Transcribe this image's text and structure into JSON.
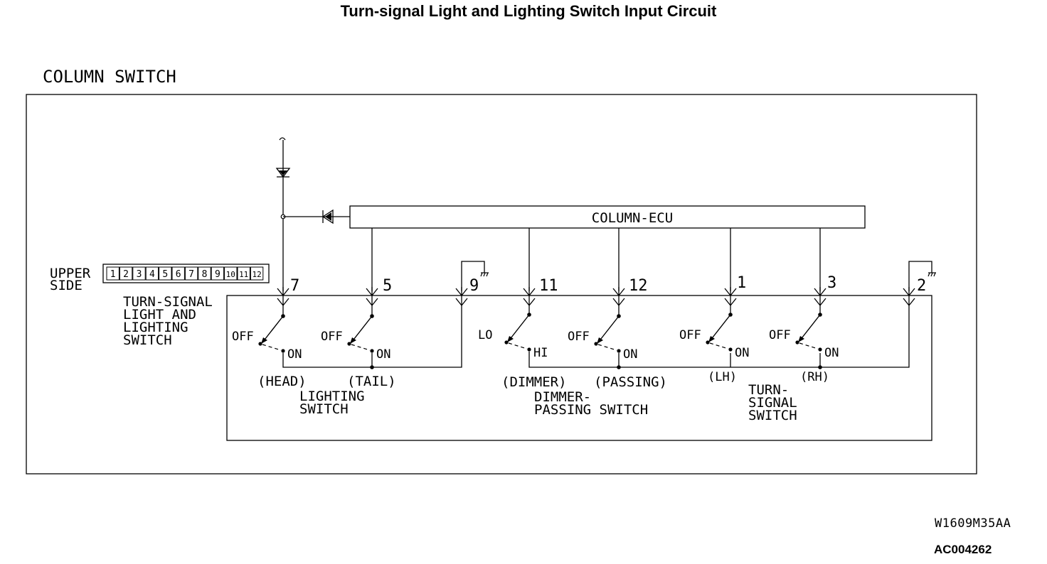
{
  "title": "Turn-signal Light and Lighting Switch Input Circuit",
  "doc_code": "W1609M35AA",
  "figure_id": "AC004262",
  "diagram": {
    "outer_label": "COLUMN SWITCH",
    "ecu_label": "COLUMN-ECU",
    "connector": {
      "label_line1": "UPPER",
      "label_line2": "SIDE",
      "pins": [
        "1",
        "2",
        "3",
        "4",
        "5",
        "6",
        "7",
        "8",
        "9",
        "10",
        "11",
        "12"
      ]
    },
    "inner_label": [
      "TURN-SIGNAL",
      "LIGHT AND",
      "LIGHTING",
      "SWITCH"
    ],
    "terminals": [
      "7",
      "5",
      "9",
      "11",
      "12",
      "1",
      "3",
      "2"
    ],
    "switches": [
      {
        "off": "OFF",
        "on": "ON",
        "name": "(HEAD)"
      },
      {
        "off": "OFF",
        "on": "ON",
        "name": "(TAIL)"
      },
      {
        "off": "LO",
        "on": "HI",
        "name": "(DIMMER)"
      },
      {
        "off": "OFF",
        "on": "ON",
        "name": "(PASSING)"
      },
      {
        "off": "OFF",
        "on": "ON",
        "name": "(LH)"
      },
      {
        "off": "OFF",
        "on": "ON",
        "name": "(RH)"
      }
    ],
    "groups": [
      [
        "LIGHTING",
        "SWITCH"
      ],
      [
        "DIMMER-",
        "PASSING SWITCH"
      ],
      [
        "TURN-",
        "SIGNAL",
        "SWITCH"
      ]
    ]
  }
}
